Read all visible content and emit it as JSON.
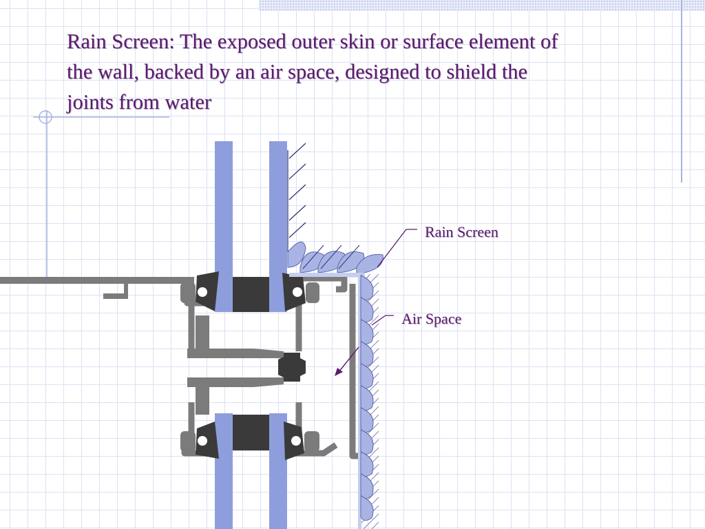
{
  "slide": {
    "title": "Rain Screen: The exposed outer skin or surface element of the wall, backed by an air space, designed to shield the joints from water"
  },
  "callouts": {
    "rain_screen": "Rain Screen",
    "air_space": "Air Space"
  },
  "colors": {
    "title_text": "#5a1a6e",
    "grid_line": "#dde1f3",
    "glass": "#8e9edc",
    "gasket": "#3a3a3a",
    "mullion_frame": "#7b7b7b",
    "rain_screen_panel": "#aab4e4",
    "leader_line": "#5a1a6e"
  }
}
